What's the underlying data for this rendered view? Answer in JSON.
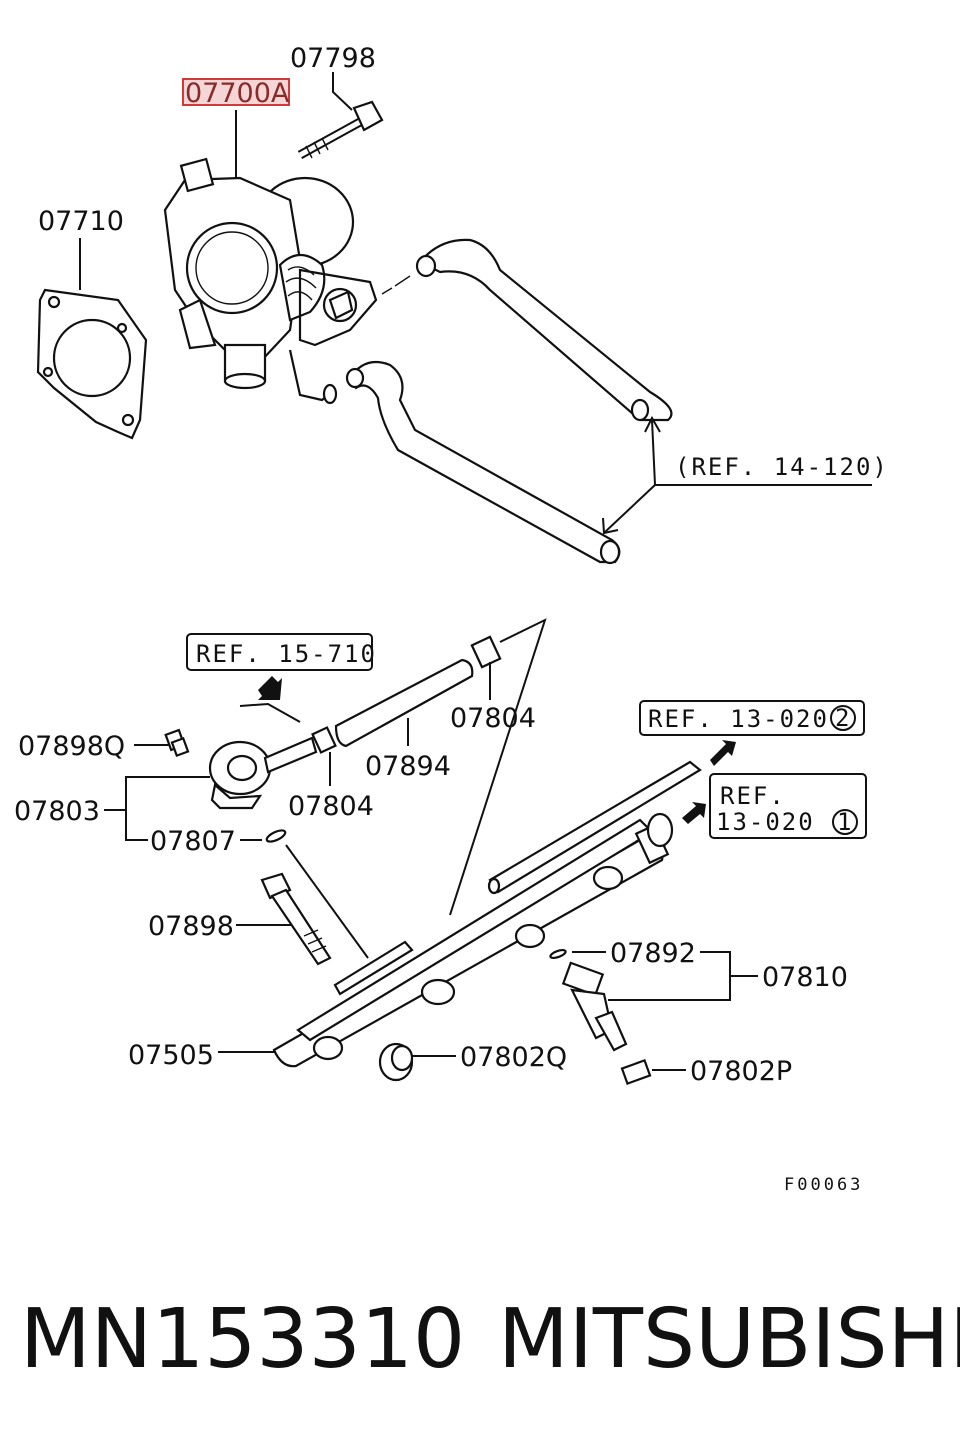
{
  "diagram": {
    "callouts": {
      "c07798": "07798",
      "c07700A": "07700A",
      "c07710": "07710",
      "c07804a": "07804",
      "c07898Q": "07898Q",
      "c07894": "07894",
      "c07804b": "07804",
      "c07803": "07803",
      "c07807": "07807",
      "c07898": "07898",
      "c07892": "07892",
      "c07810": "07810",
      "c07505": "07505",
      "c07802Q": "07802Q",
      "c07802P": "07802P"
    },
    "refs": {
      "ref14_120": "(REF. 14-120)",
      "ref15_710": "REF. 15-710",
      "ref13_020_2": "REF. 13-020",
      "ref13_020_2_num": "2",
      "ref13_020_1_line1": "REF.",
      "ref13_020_1_line2": "13-020",
      "ref13_020_1_num": "1"
    },
    "figure_code": "F00063"
  },
  "footer": {
    "part_number": "MN153310",
    "brand": "MITSUBISHI"
  },
  "colors": {
    "ink": "#111111",
    "highlight_fill": "#f4d6d6",
    "highlight_border": "#d23a3a"
  }
}
